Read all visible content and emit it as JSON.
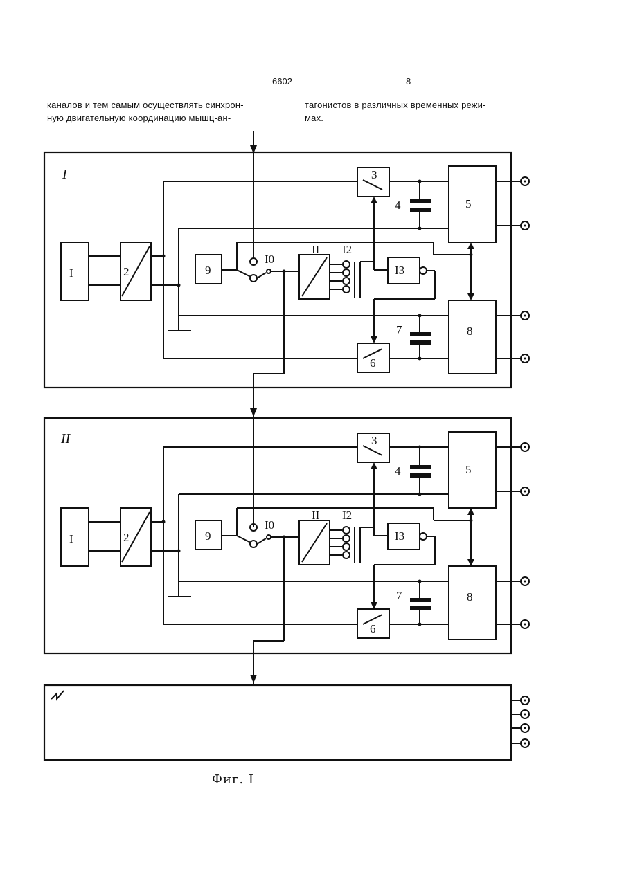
{
  "header": {
    "page_left": "6602",
    "page_right": "8"
  },
  "text": {
    "left": [
      "каналов и тем самым осуществлять синхрон-",
      "ную двигательную координацию мышц-ан-"
    ],
    "right": [
      "тагонистов в различных временных режи-",
      "мах."
    ]
  },
  "diagram": {
    "channels": [
      {
        "roman": "I",
        "blocks": [
          "I",
          "2",
          "3",
          "4",
          "5",
          "6",
          "7",
          "8",
          "9",
          "I0",
          "II",
          "I2",
          "I3"
        ]
      },
      {
        "roman": "II",
        "blocks": [
          "I",
          "2",
          "3",
          "4",
          "5",
          "6",
          "7",
          "8",
          "9",
          "I0",
          "II",
          "I2",
          "I3"
        ]
      }
    ],
    "channel_n": {
      "roman": "N"
    }
  },
  "caption": "Фиг. I"
}
